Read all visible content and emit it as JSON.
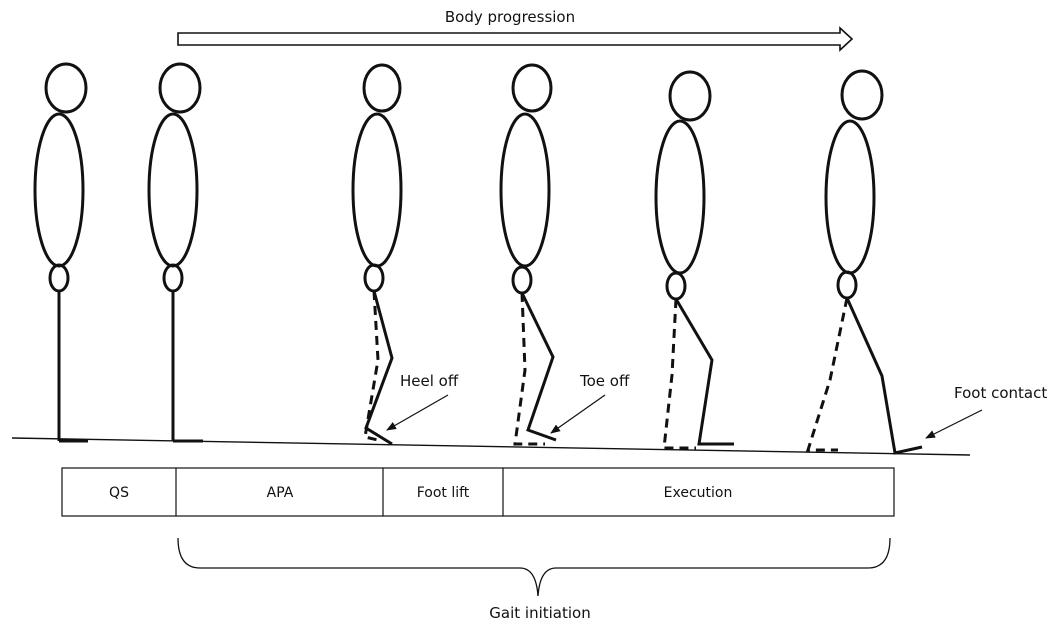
{
  "diagram": {
    "title": "Body progression",
    "annotations": {
      "heel_off": "Heel off",
      "toe_off": "Toe off",
      "foot_contact": "Foot contact"
    },
    "phases": [
      {
        "label": "QS"
      },
      {
        "label": "APA"
      },
      {
        "label": "Foot lift"
      },
      {
        "label": "Execution"
      }
    ],
    "brace_label": "Gait initiation"
  }
}
